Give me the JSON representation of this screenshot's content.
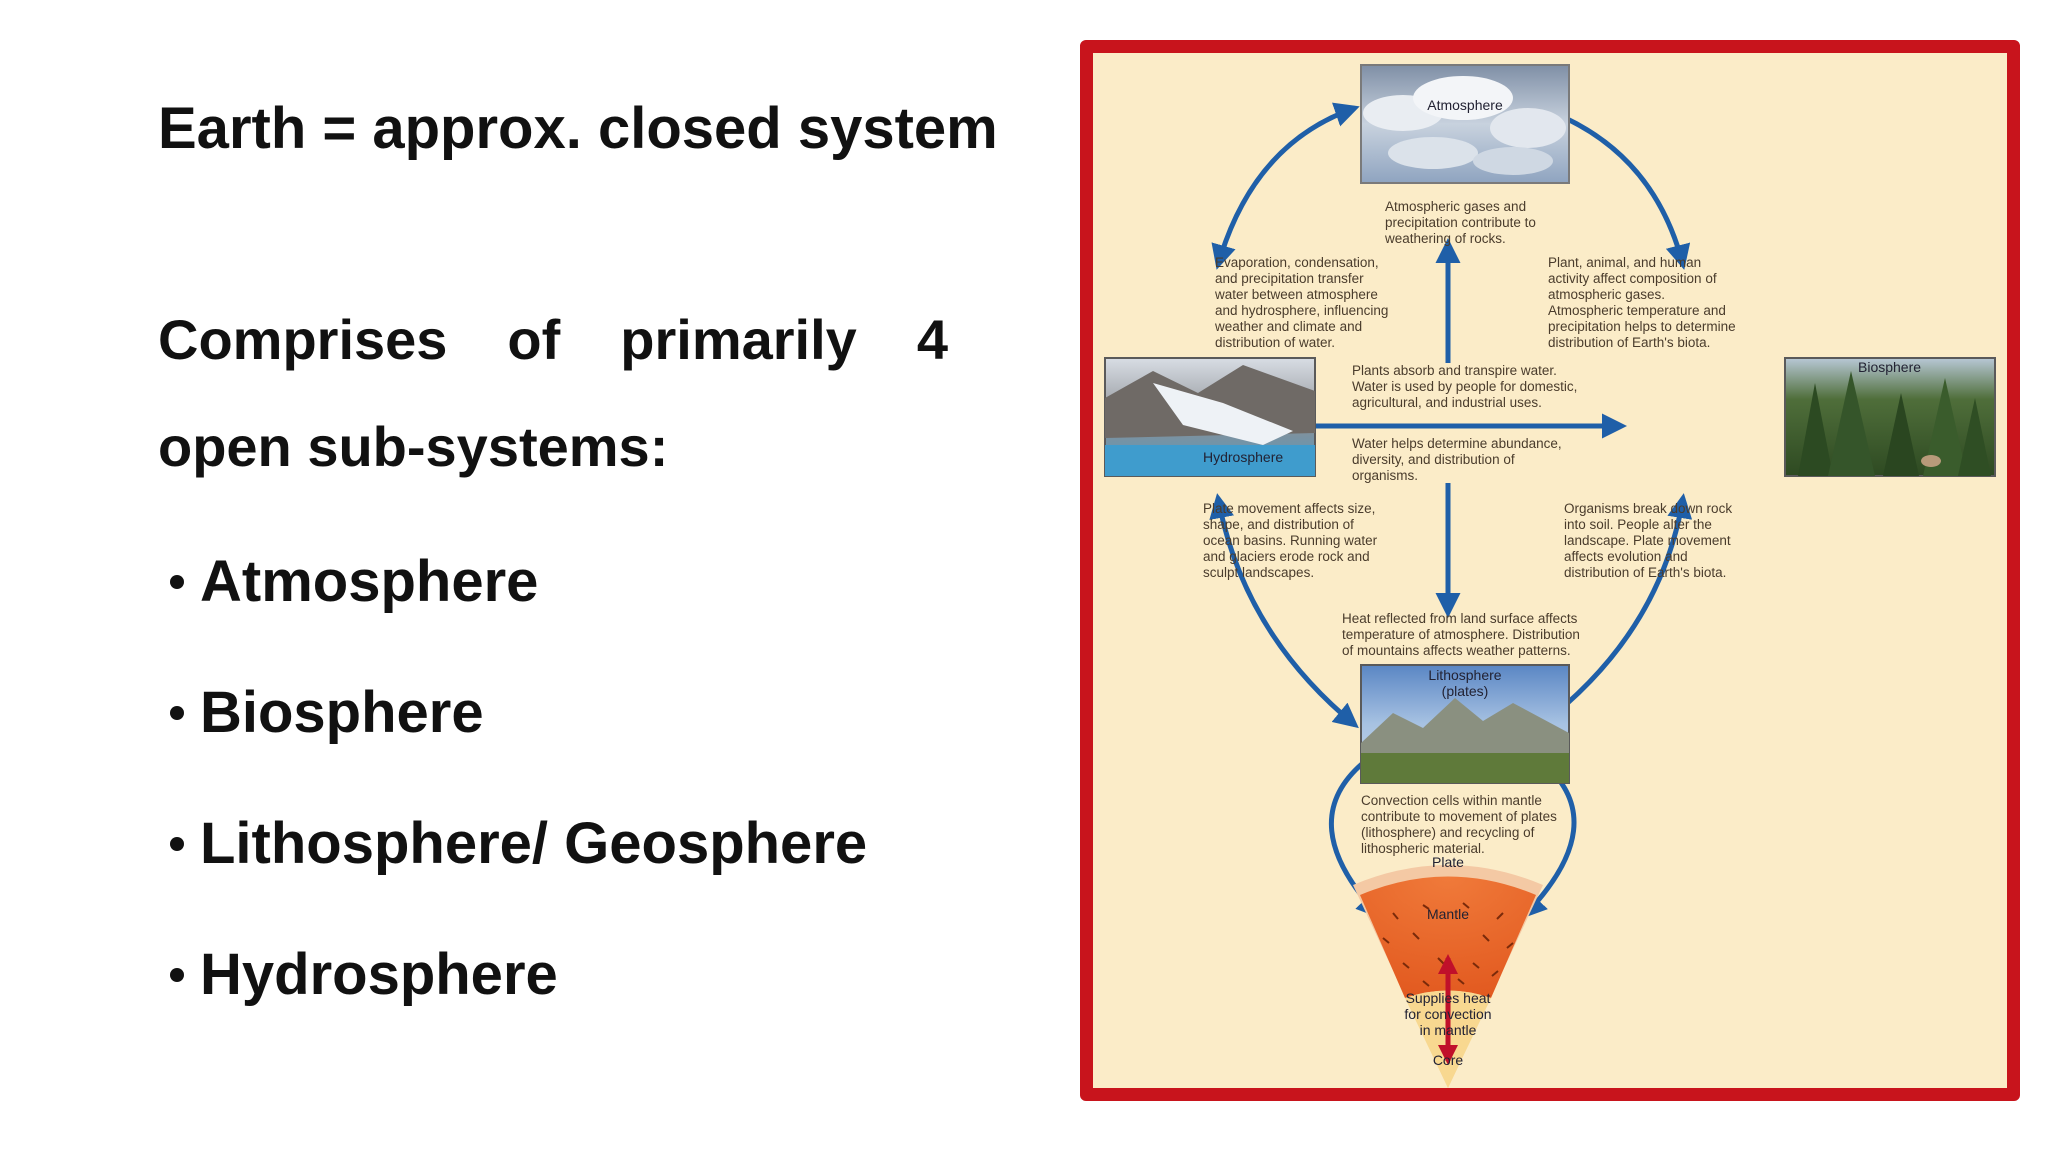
{
  "slide": {
    "title": "Earth = approx. closed system",
    "intro_line1_words": [
      "Comprises",
      "of",
      "primarily",
      "4"
    ],
    "intro_line2": "open sub-systems:",
    "bullets": [
      "Atmosphere",
      "Biosphere",
      "Lithosphere/ Geosphere",
      "Hydrosphere"
    ]
  },
  "diagram": {
    "labels": {
      "atmosphere": "Atmosphere",
      "hydrosphere": "Hydrosphere",
      "biosphere": "Biosphere",
      "lithosphere_1": "Lithosphere",
      "lithosphere_2": "(plates)",
      "plate": "Plate",
      "mantle": "Mantle",
      "core": "Core",
      "heat_1": "Supplies heat",
      "heat_2": "for convection",
      "heat_3": "in mantle"
    },
    "captions": {
      "atm_weathering": [
        "Atmospheric gases and",
        "precipitation contribute to",
        "weathering of rocks."
      ],
      "evaporation": [
        "Evaporation, condensation,",
        "and precipitation transfer",
        "water between atmosphere",
        "and hydrosphere, influencing",
        "weather and climate and",
        "distribution of water."
      ],
      "plant_activity": [
        "Plant, animal, and human",
        "activity affect composition of",
        "atmospheric gases.",
        "Atmospheric temperature and",
        "precipitation helps to determine",
        "distribution of Earth's biota."
      ],
      "plants_absorb": [
        "Plants absorb and transpire water.",
        "Water is used by people for domestic,",
        "agricultural, and industrial uses."
      ],
      "water_helps": [
        "Water helps determine abundance,",
        "diversity, and distribution of",
        "organisms."
      ],
      "plate_movement": [
        "Plate movement affects size,",
        "shape, and distribution of",
        "ocean basins. Running water",
        "and glaciers erode rock and",
        "sculpt landscapes."
      ],
      "organisms": [
        "Organisms break down rock",
        "into soil. People alter the",
        "landscape. Plate movement",
        "affects evolution and",
        "distribution of Earth's biota."
      ],
      "heat_reflected": [
        "Heat reflected from land surface affects",
        "temperature of atmosphere. Distribution",
        "of mountains affects weather patterns."
      ],
      "convection": [
        "Convection cells within mantle",
        "contribute to movement of plates",
        "(lithosphere) and recycling of",
        "lithospheric material."
      ]
    },
    "colors": {
      "frame": "#c8141c",
      "background": "#fbecc8",
      "arrow": "#1f5fa8",
      "mantle": "#e8662a",
      "core": "#f8d890",
      "heat_arrow": "#c0102a"
    }
  }
}
